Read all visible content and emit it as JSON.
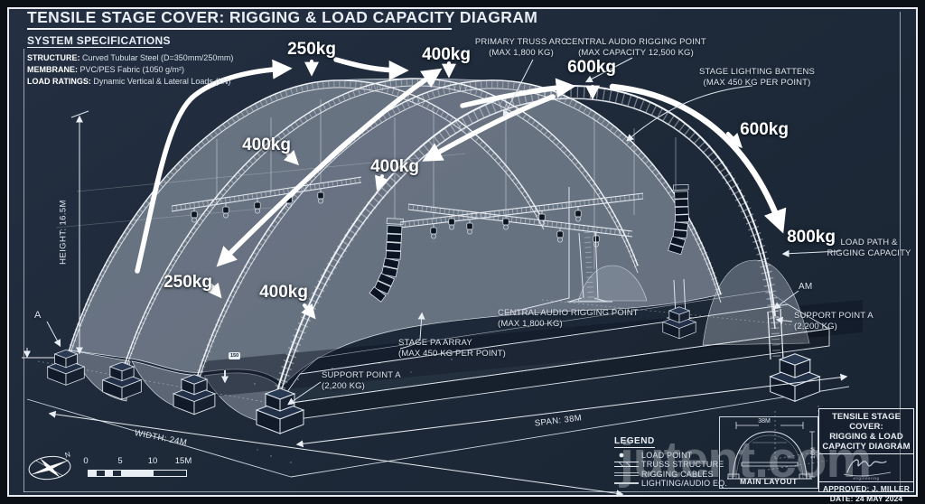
{
  "title": "TENSILE STAGE COVER: RIGGING & LOAD CAPACITY DIAGRAM",
  "specs": {
    "heading": "SYSTEM SPECIFICATIONS",
    "items": [
      {
        "label": "STRUCTURE:",
        "value": " Curved Tubular Steel (D=350mm/250mm)"
      },
      {
        "label": "MEMBRANE:",
        "value": " PVC/PES Fabric (1050 g/m²)"
      },
      {
        "label": "LOAD RATINGS:",
        "value": " Dynamic Vertical & Lateral Loads (kN)"
      }
    ]
  },
  "loads": [
    {
      "text": "250kg"
    },
    {
      "text": "400kg"
    },
    {
      "text": "600kg"
    },
    {
      "text": "600kg"
    },
    {
      "text": "800kg"
    },
    {
      "text": "400kg"
    },
    {
      "text": "400kg"
    },
    {
      "text": "250kg"
    },
    {
      "text": "400kg"
    }
  ],
  "annotations": {
    "primary_truss": {
      "l1": "PRIMARY TRUSS ARC",
      "l2": "(MAX 1,800 KG)"
    },
    "central_audio_top": {
      "l1": "CENTRAL AUDIO RIGGING POINT",
      "l2": "(MAX CAPACITY 12,500 KG)"
    },
    "lighting_battens": {
      "l1": "STAGE LIGHTING BATTENS",
      "l2": "(MAX 450 KG PER POINT)"
    },
    "load_path": {
      "l1": "LOAD PATH &",
      "l2": "RIGGING CAPACITY"
    },
    "am": "AM",
    "support_a_right": {
      "l1": "SUPPORT POINT A",
      "l2": "(2,200 KG)"
    },
    "central_audio_mid": {
      "l1": "CENTRAL AUDIO RIGGING POINT",
      "l2": "(MAX 1,800 KG)"
    },
    "pa_array": {
      "l1": "STAGE PA ARRAY",
      "l2": "(MAX 450 KG PER POINT)"
    },
    "support_a_left": {
      "l1": "SUPPORT POINT A",
      "l2": "(2,200 KG)"
    },
    "a_marker": "A",
    "tag_150": "150"
  },
  "dimensions": {
    "height": "HEIGHT: 16.5M",
    "width": "WIDTH: 24M",
    "span": "SPAN: 38M"
  },
  "scale_bar": {
    "ticks": [
      "0",
      "5",
      "10",
      "15M"
    ]
  },
  "compass": {
    "n": "N"
  },
  "legend": {
    "heading": "LEGEND",
    "items": [
      {
        "symbol": "load-point",
        "label": "LOAD POINT"
      },
      {
        "symbol": "truss-structure",
        "label": "TRUSS STRUCTURE"
      },
      {
        "symbol": "rigging-cables",
        "label": "RIGGING CABLES"
      },
      {
        "symbol": "lighting-audio",
        "label": "LIGHTING/AUDIO EQ."
      }
    ]
  },
  "main_layout": {
    "label": "MAIN LAYOUT",
    "dim_top": "38M",
    "dim_side": "16M"
  },
  "title_block": {
    "title_lines": [
      "TENSILE STAGE COVER:",
      "RIGGING & LOAD",
      "CAPACITY DIAGRAM"
    ],
    "signature_sub": "engineering",
    "approved": "APPROVED: J. MILLER",
    "date": "DATE: 24 MAY 2024"
  },
  "watermark": "jutent.com",
  "colors": {
    "background": "#1e2a39",
    "frame": "#e9edf3",
    "membrane": "#8b95a4",
    "ink": "#ffffff"
  }
}
